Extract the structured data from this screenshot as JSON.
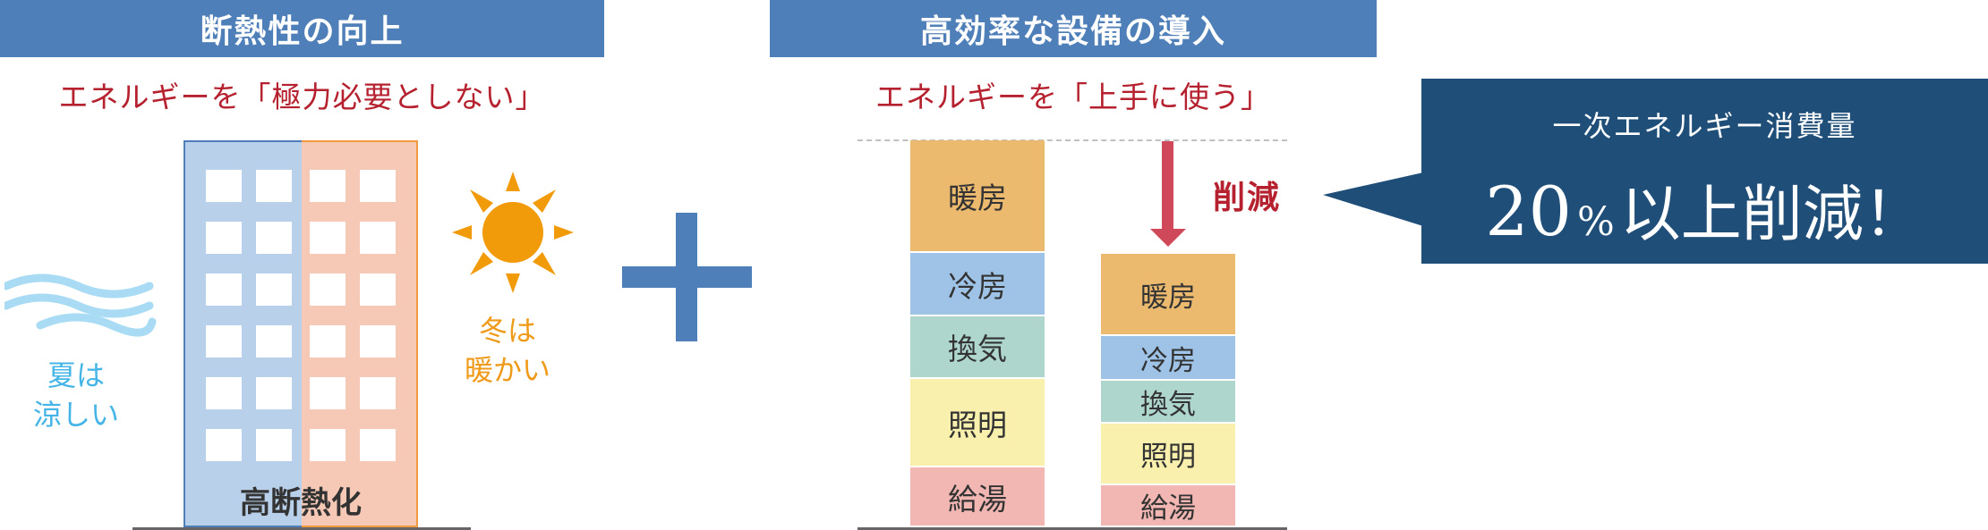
{
  "left_panel": {
    "title": "断熱性の向上",
    "subtitle": "エネルギーを「極力必要としない」",
    "building_label": "高断熱化",
    "summer_text": [
      "夏は",
      "涼しい"
    ],
    "winter_text": [
      "冬は",
      "暖かい"
    ]
  },
  "right_panel": {
    "title": "高効率な設備の導入",
    "subtitle": "エネルギーを「上手に使う」",
    "reduction_label": "削減",
    "before_stack": [
      {
        "label": "暖房",
        "color": "#ebba6f"
      },
      {
        "label": "冷房",
        "color": "#9fc3e7"
      },
      {
        "label": "換気",
        "color": "#aed6cd"
      },
      {
        "label": "照明",
        "color": "#f9f0ae"
      },
      {
        "label": "給湯",
        "color": "#f2b7b2"
      }
    ],
    "after_stack": [
      {
        "label": "暖房",
        "color": "#ebba6f"
      },
      {
        "label": "冷房",
        "color": "#9fc3e7"
      },
      {
        "label": "換気",
        "color": "#aed6cd"
      },
      {
        "label": "照明",
        "color": "#f9f0ae"
      },
      {
        "label": "給湯",
        "color": "#f2b7b2"
      }
    ]
  },
  "callout": {
    "top_text": "一次エネルギー消費量",
    "number": "20",
    "percent": "%",
    "rest": "以上削減！"
  },
  "colors": {
    "header_blue": "#4f7fb8",
    "subtitle_red": "#b5212e",
    "callout_navy": "#1f4e79",
    "sun_orange": "#f29b0a",
    "wave_blue": "#a9dcf4"
  }
}
